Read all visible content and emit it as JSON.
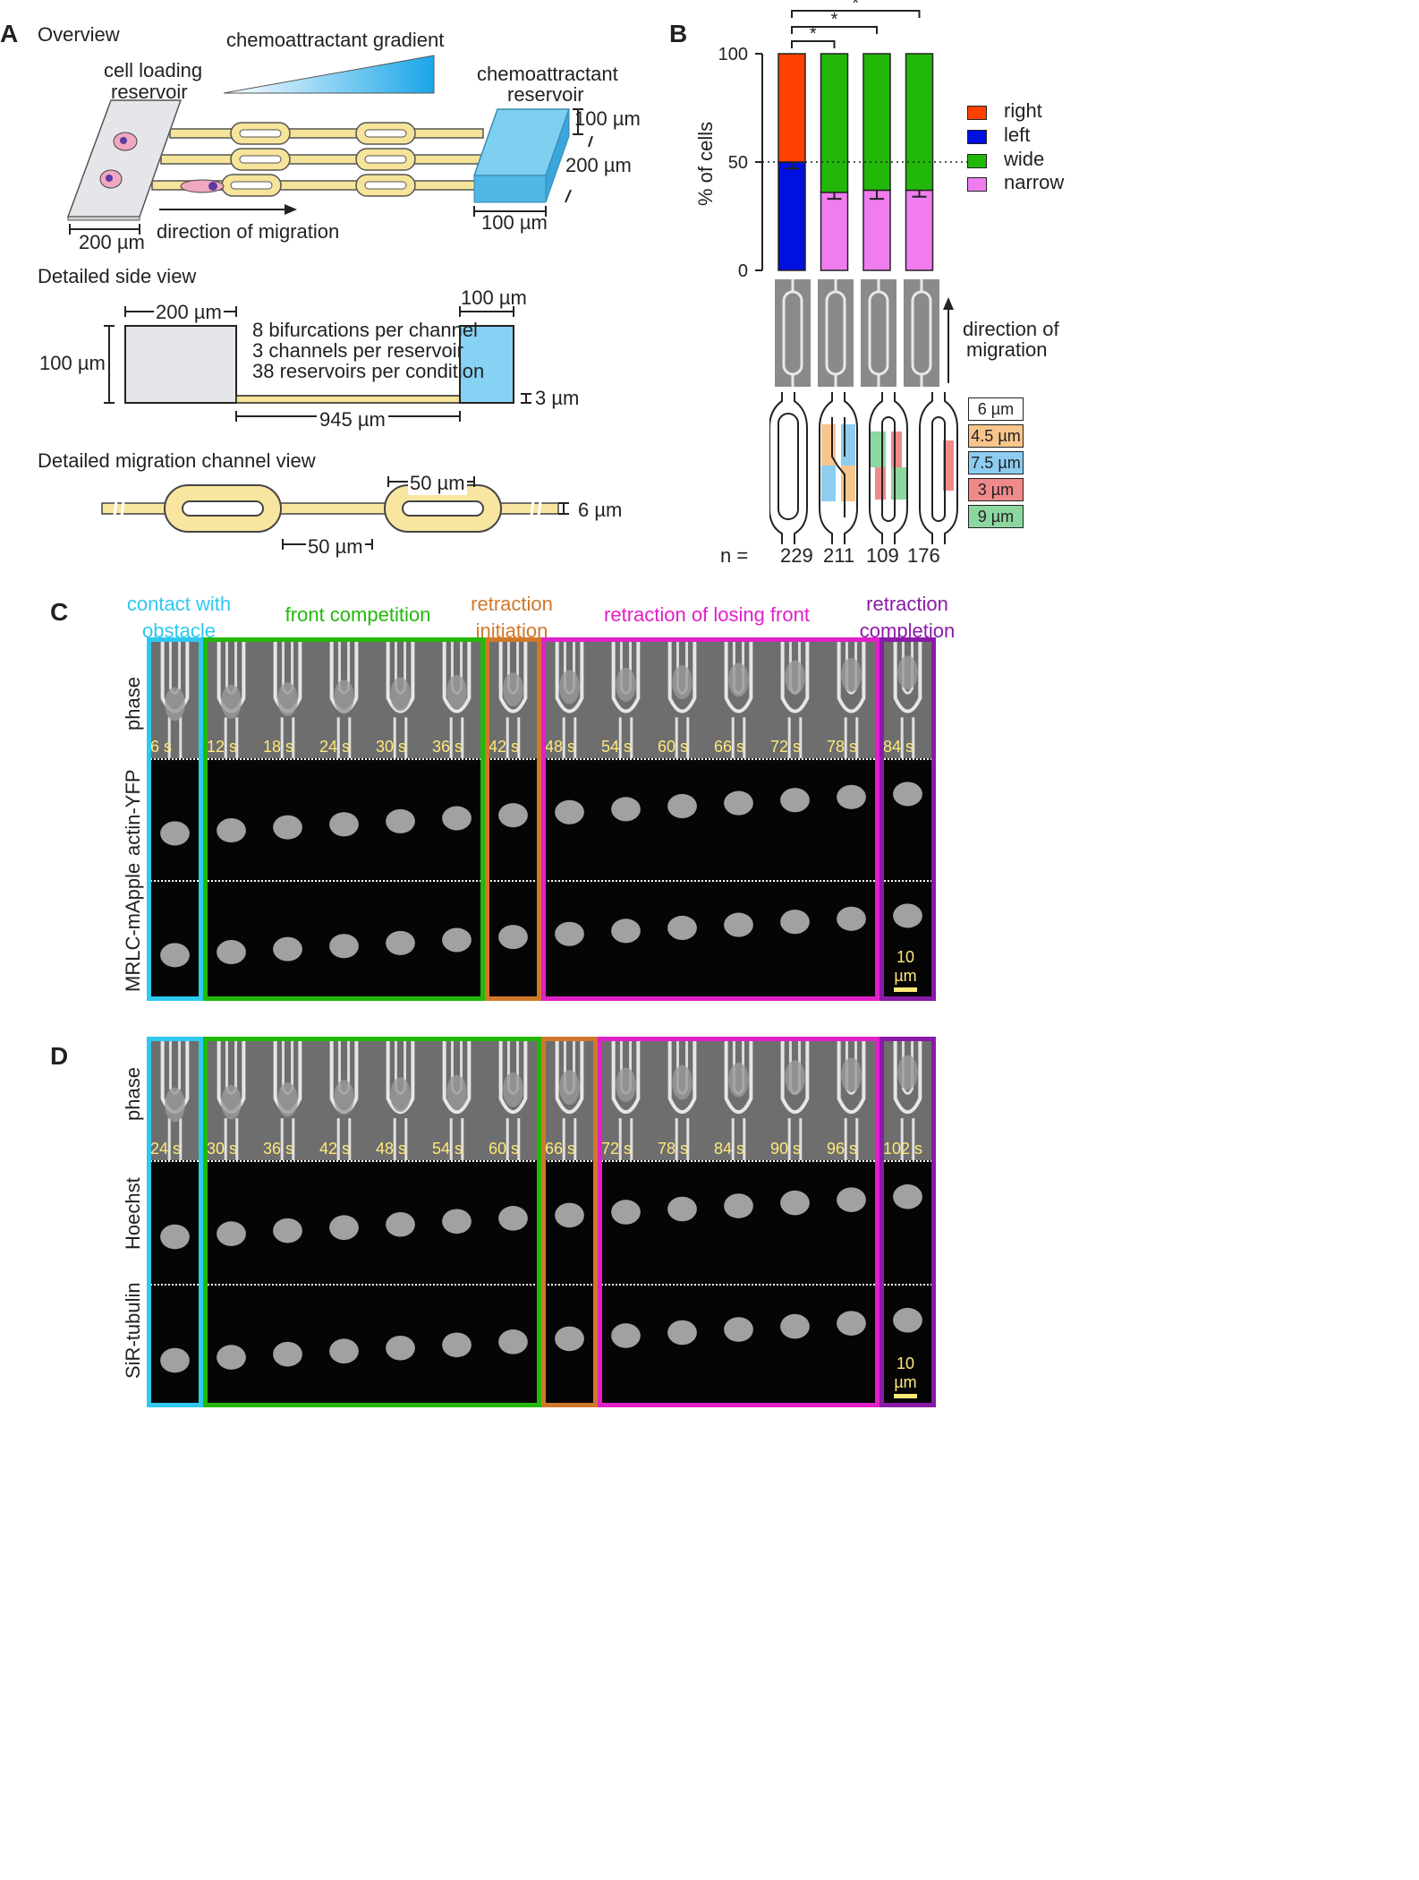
{
  "panelA": {
    "letter": "A",
    "overview": "Overview",
    "gradient": "chemoattractant gradient",
    "cell_loading": [
      "cell loading",
      "reservoir"
    ],
    "chemo_reservoir": [
      "chemoattractant",
      "reservoir"
    ],
    "dim_100_top": "100 µm",
    "dim_200_right": "200 µm",
    "dim_100_bottom": "100 µm",
    "dim_200_bottom": "200 µm",
    "direction": "direction of migration",
    "side_view": "Detailed side view",
    "side_200": "200 µm",
    "side_100_left": "100 µm",
    "side_100_right": "100 µm",
    "side_3": "3 µm",
    "side_945": "945 µm",
    "side_lines": [
      "8 bifurcations per channel",
      "3 channels per reservoir",
      "38 reservoirs per condition"
    ],
    "channel_view": "Detailed migration channel view",
    "ch_50_top": "50 µm",
    "ch_50_bottom": "50 µm",
    "ch_6": "6 µm"
  },
  "panelB": {
    "letter": "B",
    "colors": {
      "right": "#ff4000",
      "left": "#0010e0",
      "wide": "#22b80a",
      "narrow": "#f07cf0"
    },
    "legend": [
      "right",
      "left",
      "wide",
      "narrow"
    ],
    "width_legend": [
      {
        "label": "6 µm",
        "color": "#ffffff"
      },
      {
        "label": "4.5 µm",
        "color": "#f8c58c"
      },
      {
        "label": "7.5 µm",
        "color": "#8ccdf0"
      },
      {
        "label": "3 µm",
        "color": "#f08a8a"
      },
      {
        "label": "9 µm",
        "color": "#8cd6a0"
      }
    ],
    "direction": [
      "direction of",
      "migration"
    ],
    "n_label": "n =",
    "n_values": [
      "229",
      "211",
      "109",
      "176"
    ],
    "sig": "*"
  },
  "chart_data": {
    "type": "bar",
    "stacked": true,
    "ylabel": "% of cells",
    "ylim": [
      0,
      100
    ],
    "yticks": [
      0,
      50,
      100
    ],
    "reference_line": 50,
    "categories": [
      "229",
      "211",
      "109",
      "176"
    ],
    "series": [
      {
        "name": "left",
        "values": [
          50,
          null,
          null,
          null
        ],
        "error": [
          3,
          null,
          null,
          null
        ]
      },
      {
        "name": "right",
        "values": [
          50,
          null,
          null,
          null
        ]
      },
      {
        "name": "narrow",
        "values": [
          null,
          36,
          37,
          37
        ],
        "error": [
          null,
          3,
          4,
          3
        ]
      },
      {
        "name": "wide",
        "values": [
          null,
          64,
          63,
          63
        ]
      }
    ]
  },
  "panelC": {
    "letter": "C",
    "stages": [
      {
        "label": [
          "contact with",
          "obstacle"
        ],
        "color": "#2ec8f0"
      },
      {
        "label": [
          "front competition"
        ],
        "color": "#22b80a"
      },
      {
        "label": [
          "retraction",
          "initiation"
        ],
        "color": "#d0782a"
      },
      {
        "label": [
          "retraction of losing front"
        ],
        "color": "#e020c8"
      },
      {
        "label": [
          "retraction",
          "completion"
        ],
        "color": "#8a1aa8"
      }
    ],
    "rows": [
      "phase",
      "actin-YFP",
      "MRLC-mApple"
    ],
    "times": [
      "6 s",
      "12 s",
      "18 s",
      "24 s",
      "30 s",
      "36 s",
      "42 s",
      "48 s",
      "54 s",
      "60 s",
      "66 s",
      "72 s",
      "78 s",
      "84 s"
    ],
    "scalebar": "10 µm"
  },
  "panelD": {
    "letter": "D",
    "rows": [
      "phase",
      "Hoechst",
      "SiR-tubulin"
    ],
    "times": [
      "24 s",
      "30 s",
      "36 s",
      "42 s",
      "48 s",
      "54 s",
      "60 s",
      "66 s",
      "72 s",
      "78 s",
      "84 s",
      "90 s",
      "96 s",
      "102 s"
    ],
    "scalebar": "10 µm"
  }
}
